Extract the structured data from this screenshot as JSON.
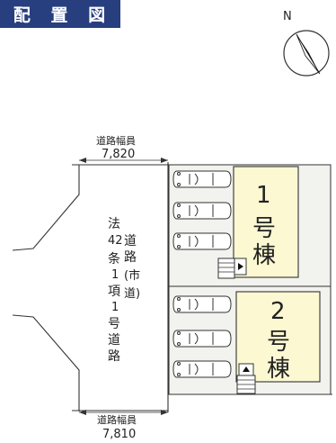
{
  "title": "配 置 図",
  "compass": {
    "label": "N",
    "icon": "north-arrow-icon"
  },
  "road": {
    "width_label": "道路幅員",
    "width_top": "7,820",
    "width_bottom": "7,810",
    "description_lines": [
      {
        "chars": [
          "法",
          "42",
          "条",
          "1",
          "項",
          "1",
          "号",
          "道",
          "路"
        ]
      },
      {
        "chars": [
          "道",
          "路",
          "(市",
          "道)"
        ]
      }
    ]
  },
  "buildings": [
    {
      "number": "1",
      "suffix_1": "号",
      "suffix_2": "棟"
    },
    {
      "number": "2",
      "suffix_1": "号",
      "suffix_2": "棟"
    }
  ],
  "colors": {
    "title_bg": "#273f7f",
    "building_fill": "#fbf8d2",
    "lot_fill": "#f2f2ee",
    "line": "#333333"
  }
}
